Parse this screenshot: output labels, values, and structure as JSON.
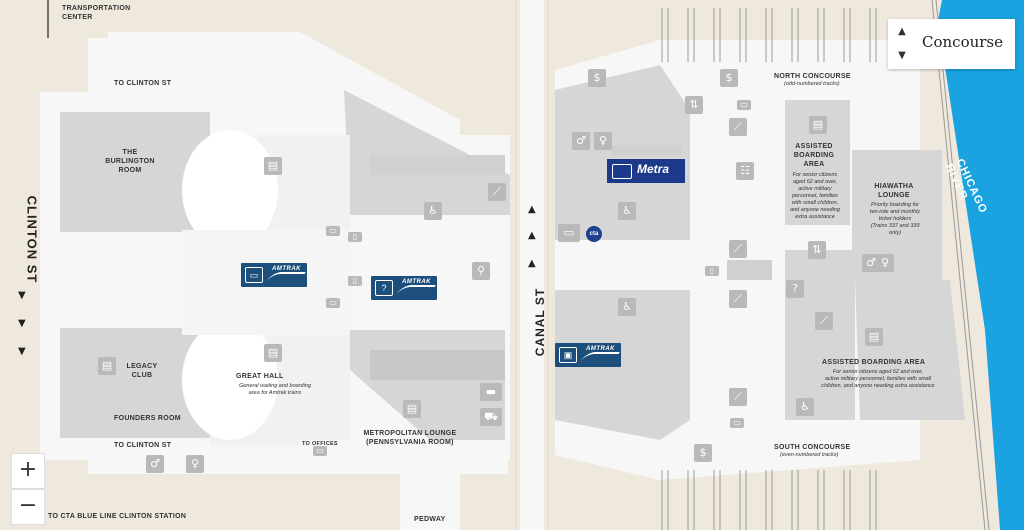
{
  "map": {
    "labels": {
      "transportation_center": "TRANSPORTATION\nCENTER",
      "to_clinton_top": "TO CLINTON ST",
      "to_clinton_bottom": "TO CLINTON ST",
      "burlington_room": "THE\nBURLINGTON\nROOM",
      "legacy_club": "LEGACY\nCLUB",
      "founders_room": "FOUNDERS ROOM",
      "great_hall": "GREAT HALL",
      "great_hall_note": "General waiting and boarding\narea for Amtrak trains",
      "to_offices": "TO OFFICES",
      "metropolitan_lounge": "METROPOLITAN LOUNGE\n(PENNSYLVANIA ROOM)",
      "to_cta_blue": "TO CTA BLUE LINE CLINTON STATION",
      "pedway": "PEDWAY",
      "north_concourse": "NORTH CONCOURSE",
      "north_note": "(odd-numbered tracks)",
      "south_concourse": "SOUTH CONCOURSE",
      "south_note": "(even-numbered tracks)",
      "assisted_boarding": "ASSISTED\nBOARDING\nAREA",
      "assisted_boarding_note": "For senior citizens\naged 62 and over,\nactive military\npersonnel, families\nwith small children,\nand anyone needing\nextra assistance",
      "hiawatha_lounge": "HIAWATHA\nLOUNGE",
      "hiawatha_note": "Priority boarding for\nten-ride and monthly\nticket holders\n(Trains 337 and 339\nonly)",
      "assisted_boarding_area": "ASSISTED BOARDING AREA",
      "assisted_boarding_area_note": "For senior citizens aged 62 and over,\nactive military personnel, families with small\nchildren, and anyone needing extra assistance"
    },
    "streets": {
      "clinton": "CLINTON ST",
      "canal": "CANAL ST",
      "chicago_river": "CHICAGO RIVER"
    },
    "brands": {
      "amtrak": "AMTRAK",
      "metra": "Metra",
      "cta": "cta"
    },
    "colors": {
      "background": "#efe9dd",
      "building": "#f7f7f7",
      "gray_block": "#d3d3d3",
      "river": "#1aa3e0",
      "amtrak_blue": "#1c4f7c",
      "metra_blue": "#1d3a8a"
    }
  },
  "controls": {
    "zoom_in": "+",
    "zoom_out": "−",
    "level_selector": {
      "current": "Concourse",
      "up": "▲",
      "down": "▼"
    }
  },
  "icons": [
    "waiting-seats-icon",
    "ticket-icon",
    "dollar-icon",
    "restroom-icon",
    "elevator-icon",
    "escalator-icon",
    "info-icon",
    "baggage-icon",
    "accessible-icon",
    "taxi-icon",
    "car-icon",
    "atm-icon",
    "food-icon"
  ]
}
